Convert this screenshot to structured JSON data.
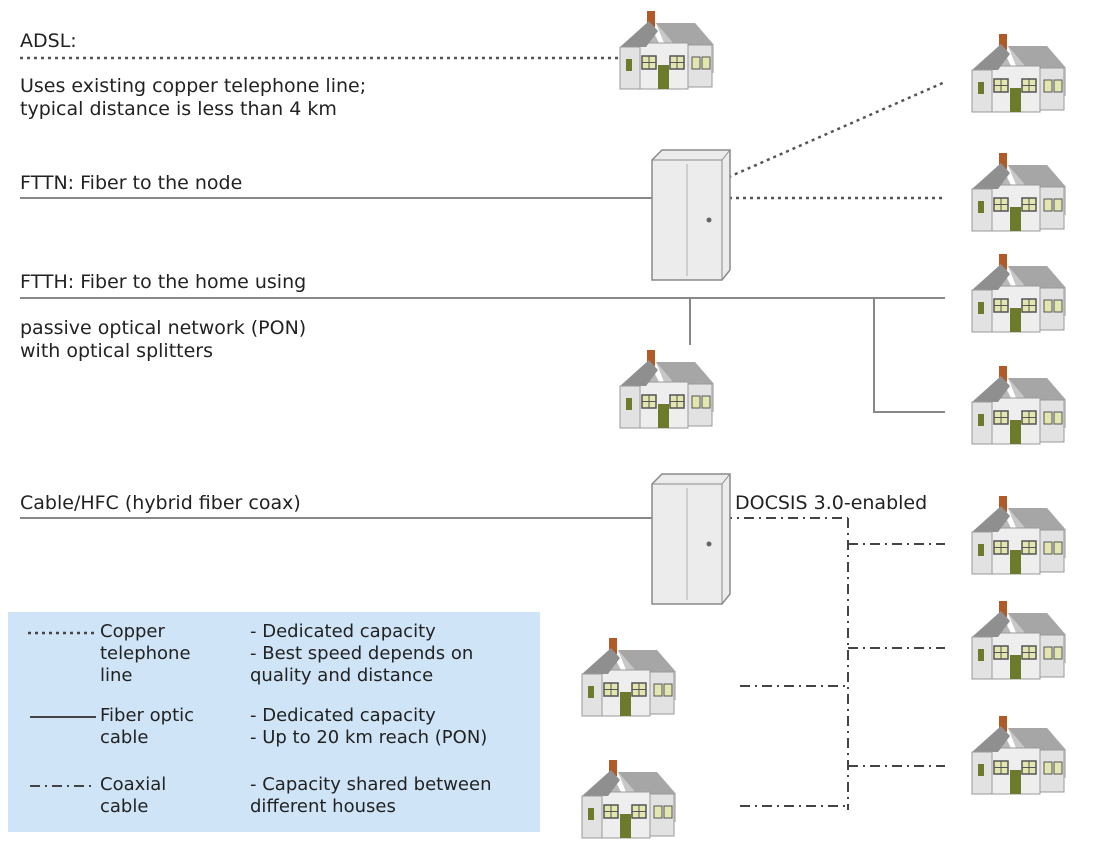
{
  "connections": {
    "adsl": {
      "title": "ADSL:",
      "desc": [
        "Uses existing copper telephone line;",
        "typical distance is less than 4 km"
      ]
    },
    "fttn": {
      "title": "FTTN: Fiber to the node"
    },
    "ftth": {
      "title": "FTTH: Fiber to the home using",
      "desc": [
        "passive optical network (PON)",
        "with optical splitters"
      ]
    },
    "cable": {
      "title": "Cable/HFC (hybrid fiber coax)",
      "docsis": "DOCSIS 3.0-enabled"
    }
  },
  "legend": {
    "items": [
      {
        "line": "dotted",
        "type": [
          "Copper",
          "telephone",
          "line"
        ],
        "notes": [
          "- Dedicated capacity",
          "- Best speed depends on",
          "quality and distance"
        ]
      },
      {
        "line": "solid",
        "type": [
          "Fiber optic",
          "cable"
        ],
        "notes": [
          "- Dedicated capacity",
          "- Up to 20 km reach (PON)"
        ]
      },
      {
        "line": "dash-dot",
        "type": [
          "Coaxial",
          "cable"
        ],
        "notes": [
          "- Capacity shared between",
          "different houses"
        ]
      }
    ]
  },
  "colors": {
    "house_wall": "#eeeeee",
    "house_roof": "#a6a6a6",
    "chimney": "#b05a28",
    "door": "#6b7a2b",
    "window": "#e4e6b0",
    "legend_bg": "#cfe5f7",
    "line": "#555555"
  }
}
